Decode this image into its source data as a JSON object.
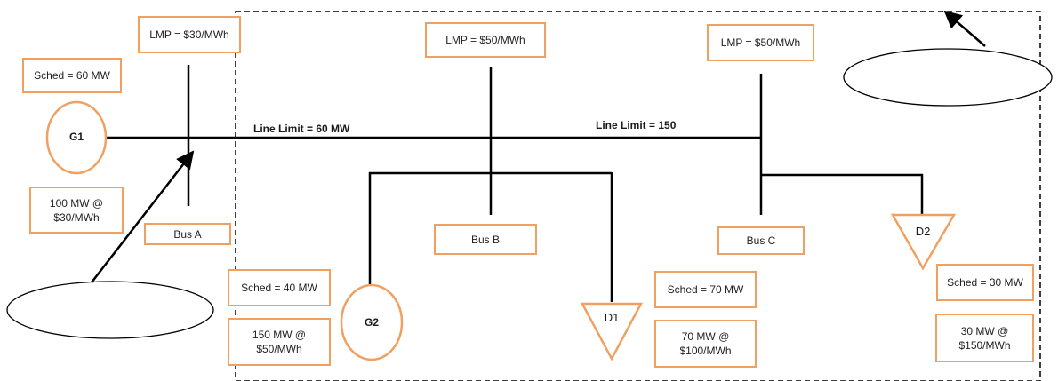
{
  "colors": {
    "accent_orange": "#f0a060",
    "line": "#000000"
  },
  "lmp": {
    "bus_a": "LMP = $30/MWh",
    "bus_b": "LMP = $50/MWh",
    "bus_c": "LMP = $50/MWh"
  },
  "buses": {
    "a": "Bus A",
    "b": "Bus B",
    "c": "Bus C"
  },
  "lines": {
    "ab_limit": "Line Limit = 60 MW",
    "bc_limit": "Line Limit = 150"
  },
  "generators": {
    "g1": {
      "name": "G1",
      "sched": "Sched = 60 MW",
      "offer_line1": "100 MW @",
      "offer_line2": "$30/MWh"
    },
    "g2": {
      "name": "G2",
      "sched": "Sched = 40 MW",
      "offer_line1": "150 MW @",
      "offer_line2": "$50/MWh"
    }
  },
  "demands": {
    "d1": {
      "name": "D1",
      "sched": "Sched = 70 MW",
      "bid_line1": "70 MW @",
      "bid_line2": "$100/MWh"
    },
    "d2": {
      "name": "D2",
      "sched": "Sched = 30 MW",
      "bid_line1": "30 MW @",
      "bid_line2": "$150/MWh"
    }
  },
  "callouts": {
    "top_right": "",
    "bottom_left": ""
  }
}
